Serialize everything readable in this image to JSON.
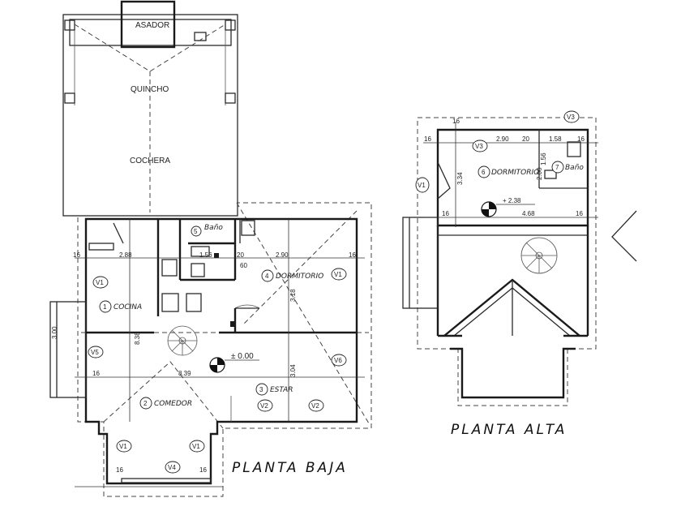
{
  "titles": {
    "ground_floor": "PLANTA BAJA",
    "upper_floor": "PLANTA ALTA"
  },
  "rooms": {
    "asador": "ASADOR",
    "quincho": "QUINCHO",
    "cochera": "COCHERA",
    "cocina": "COCINA",
    "cocina_num": "1",
    "comedor": "COMEDOR",
    "comedor_num": "2",
    "estar": "ESTAR",
    "estar_num": "3",
    "dormitorio": "DORMITORIO",
    "dormitorio_num": "4",
    "bano": "Baño",
    "bano_num": "5",
    "dormitorio_alta": "DORMITORIO",
    "dormitorio_alta_num": "6",
    "bano_alta": "Baño",
    "bano_alta_num": "7"
  },
  "levels": {
    "ground": "± 0.00",
    "upper": "+ 2.38"
  },
  "windows": {
    "v1": "V1",
    "v2": "V2",
    "v3": "V3",
    "v4": "V4",
    "v5": "V5",
    "v6": "V6"
  },
  "dimensions": {
    "d288": "2.88",
    "d156": "1.56",
    "d290": "2.90",
    "d16": "16",
    "d20": "20",
    "d60": "60",
    "d838": "8.38",
    "d839": "8.39",
    "d300": "3.00",
    "d318": "3.18",
    "d304": "3.04",
    "d290b": "2.90",
    "d158": "1.58",
    "d468": "4.68",
    "d334": "3.34",
    "d156b": "1.56",
    "d200": "2.00"
  }
}
